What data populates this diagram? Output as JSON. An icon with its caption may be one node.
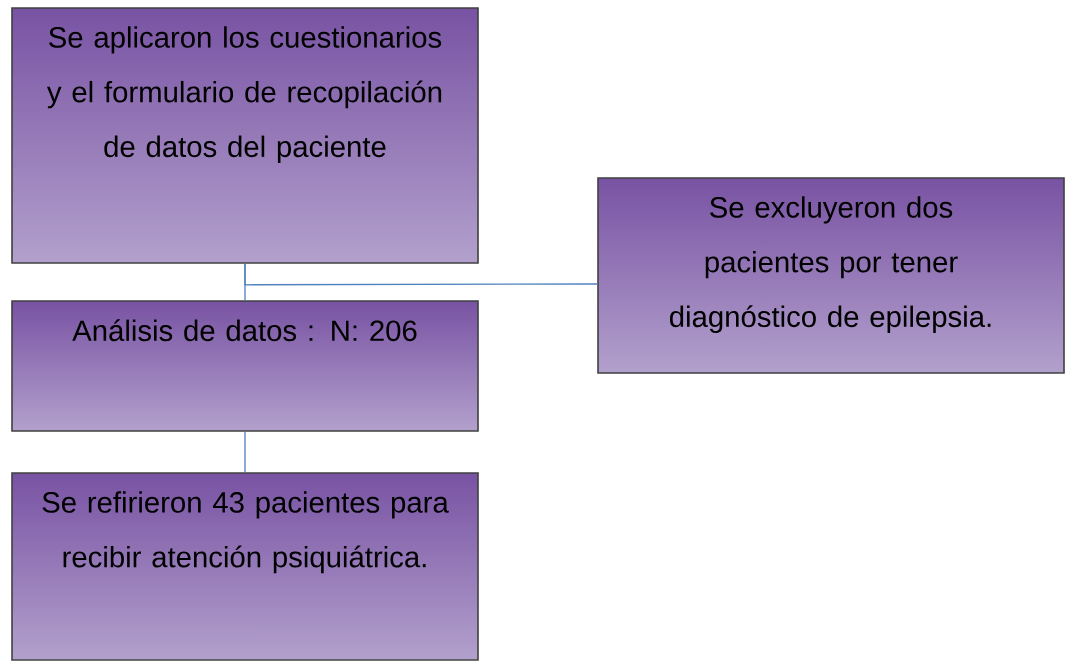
{
  "diagram": {
    "nodes": [
      {
        "text": [
          "Se aplicaron los cuestionarios y el formulario de recopilación de datos del paciente"
        ]
      },
      {
        "text": [
          "Se excluyeron dos pacientes por tener diagnóstico de epilepsia."
        ]
      },
      {
        "text": [
          "Análisis de datos : N: 206"
        ]
      },
      {
        "text": [
          "Se refirieron  43 pacientes para  recibir atención psiquiátrica."
        ]
      }
    ],
    "edges": [
      {
        "from": 0,
        "to": 2,
        "arrow": "none"
      },
      {
        "from": 0,
        "to": 1,
        "arrow": "none"
      },
      {
        "from": 2,
        "to": 3,
        "arrow": "none"
      }
    ]
  }
}
